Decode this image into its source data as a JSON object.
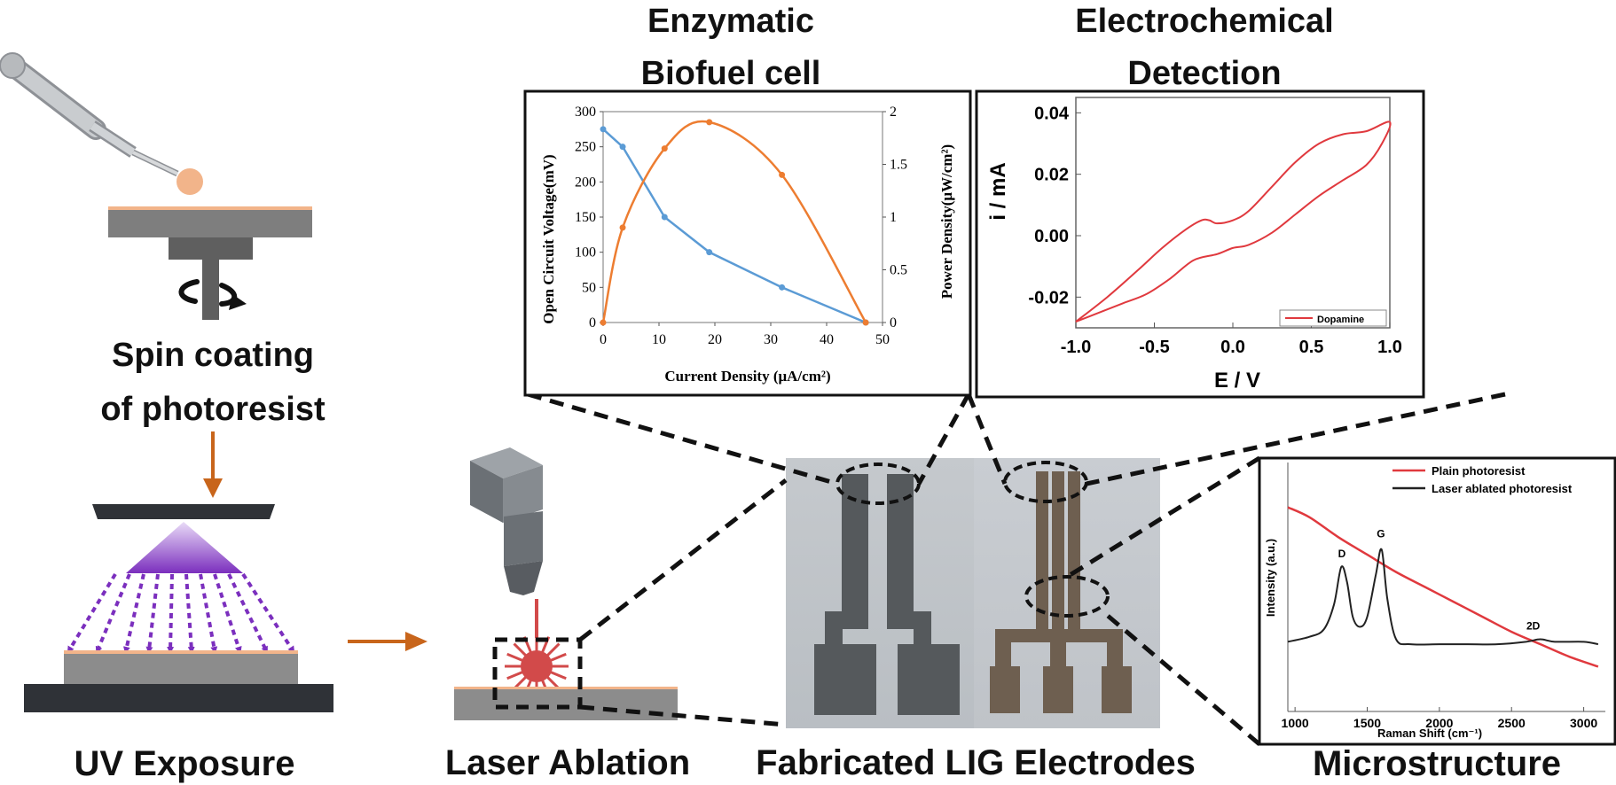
{
  "steps": {
    "spin_coating": {
      "line1": "Spin coating",
      "line2": "of photoresist"
    },
    "uv_exposure": "UV Exposure",
    "laser_ablation": "Laser Ablation",
    "fabricated": "Fabricated LIG Electrodes",
    "microstructure": "Microstructure"
  },
  "panels": {
    "biofuel": {
      "line1": "Enzymatic",
      "line2": "Biofuel cell"
    },
    "electrochem": {
      "line1": "Electrochemical",
      "line2": "Detection"
    }
  },
  "colors": {
    "orange_arrow": "#c8651b",
    "photoresist": "#f2b48a",
    "uv_purple": "#7b2fbe",
    "laser_red": "#d24a4a",
    "cv_red": "#e0393e",
    "blue_series": "#5b9bd5",
    "orange_series": "#ed7d31"
  },
  "chart_data": [
    {
      "type": "line",
      "xlabel": "Current Density (μA/cm²)",
      "ylabel": "Open Circuit Voltage(mV)",
      "y2label": "Power Density(μW/cm²)",
      "xlim": [
        0,
        50
      ],
      "ylim": [
        0,
        300
      ],
      "y2lim": [
        0,
        2
      ],
      "x_ticks": [
        "0",
        "10",
        "20",
        "30",
        "40",
        "50"
      ],
      "y_ticks": [
        "0",
        "50",
        "100",
        "150",
        "200",
        "250",
        "300"
      ],
      "y2_ticks": [
        "0",
        "0.5",
        "1",
        "1.5",
        "2"
      ],
      "series": [
        {
          "axis": "left",
          "color": "#5b9bd5",
          "x": [
            0,
            3.5,
            11,
            19,
            32,
            47
          ],
          "y": [
            275,
            250,
            150,
            100,
            50,
            0
          ]
        },
        {
          "axis": "right",
          "color": "#ed7d31",
          "x": [
            0,
            3.5,
            11,
            19,
            32,
            47
          ],
          "y": [
            0,
            0.9,
            1.65,
            1.9,
            1.4,
            0
          ]
        }
      ]
    },
    {
      "type": "line",
      "xlabel": "E / V",
      "ylabel": "i / mA",
      "xlim": [
        -1.0,
        1.0
      ],
      "ylim": [
        -0.03,
        0.045
      ],
      "x_ticks": [
        "-1.0",
        "-0.5",
        "0.0",
        "0.5",
        "1.0"
      ],
      "y_ticks": [
        "-0.02",
        "0.00",
        "0.02",
        "0.04"
      ],
      "legend": "bottom-right",
      "series": [
        {
          "name": "Dopamine",
          "color": "#e0393e",
          "x": [
            -1.0,
            -0.8,
            -0.6,
            -0.45,
            -0.3,
            -0.2,
            -0.15,
            -0.1,
            0.0,
            0.1,
            0.25,
            0.4,
            0.55,
            0.7,
            0.85,
            1.0,
            0.95,
            0.85,
            0.7,
            0.55,
            0.4,
            0.25,
            0.1,
            0.0,
            -0.1,
            -0.25,
            -0.4,
            -0.55,
            -0.7,
            -0.85,
            -1.0
          ],
          "y": [
            -0.028,
            -0.02,
            -0.011,
            -0.004,
            0.002,
            0.005,
            0.005,
            0.004,
            0.005,
            0.008,
            0.016,
            0.024,
            0.03,
            0.033,
            0.034,
            0.037,
            0.03,
            0.023,
            0.018,
            0.013,
            0.007,
            0.001,
            -0.003,
            -0.004,
            -0.006,
            -0.008,
            -0.014,
            -0.019,
            -0.022,
            -0.025,
            -0.028
          ]
        }
      ]
    },
    {
      "type": "line",
      "xlabel": "Raman Shift (cm⁻¹)",
      "ylabel": "Intensity (a.u.)",
      "xlim": [
        950,
        3150
      ],
      "x_ticks": [
        "1000",
        "1500",
        "2000",
        "2500",
        "3000"
      ],
      "legend": "top-right",
      "annotations": [
        "D",
        "G",
        "2D"
      ],
      "series": [
        {
          "name": "Plain photoresist",
          "color": "#e0393e",
          "x": [
            950,
            1100,
            1300,
            1500,
            1700,
            1900,
            2100,
            2300,
            2500,
            2700,
            2900,
            3100
          ],
          "y": [
            0.82,
            0.78,
            0.7,
            0.63,
            0.56,
            0.5,
            0.44,
            0.38,
            0.32,
            0.27,
            0.22,
            0.18
          ]
        },
        {
          "name": "Laser ablated photoresist",
          "color": "#222222",
          "x": [
            950,
            1100,
            1200,
            1270,
            1320,
            1360,
            1400,
            1450,
            1500,
            1560,
            1600,
            1640,
            1700,
            1800,
            2000,
            2200,
            2400,
            2600,
            2700,
            2800,
            3000,
            3100
          ],
          "y": [
            0.28,
            0.3,
            0.33,
            0.43,
            0.58,
            0.52,
            0.38,
            0.34,
            0.38,
            0.55,
            0.65,
            0.45,
            0.29,
            0.27,
            0.27,
            0.27,
            0.27,
            0.28,
            0.29,
            0.28,
            0.28,
            0.27
          ]
        }
      ]
    }
  ]
}
